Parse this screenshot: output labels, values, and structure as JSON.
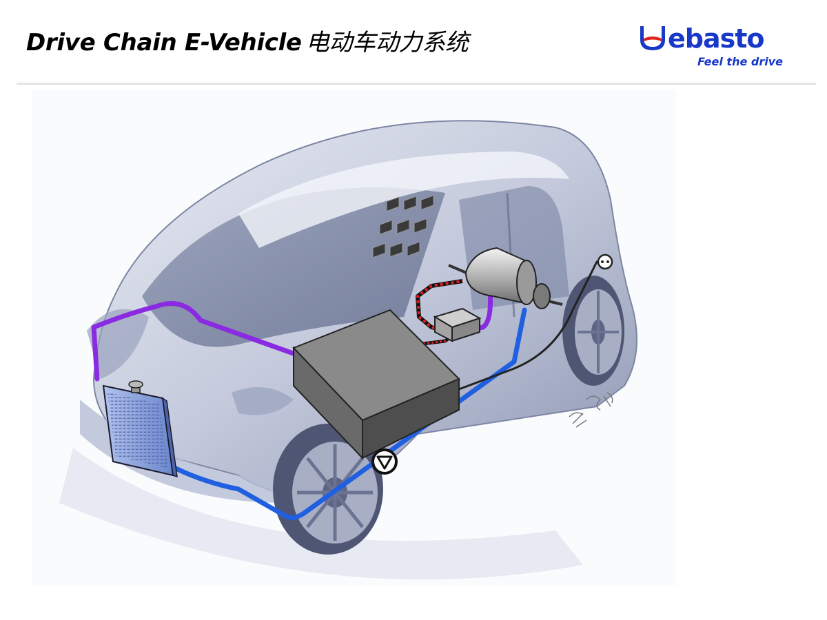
{
  "slide": {
    "title_en": "Drive Chain E-Vehicle",
    "title_cn": "电动车动力系统"
  },
  "logo": {
    "wordmark_rest": "ebasto",
    "tagline": "Feel the drive",
    "brand_color": "#1838c8"
  },
  "diagram": {
    "colors": {
      "car_body": "#c9cfe0",
      "car_shade": "#7f89a8",
      "heating_line": "#8a2be2",
      "cooling_line": "#2060e0",
      "power_line_red": "#e02020",
      "power_line_black": "#111111",
      "battery": "#6e6e6e",
      "radiator": "#7e9ad8"
    },
    "components": [
      {
        "name": "radiator",
        "icon": "radiator-icon"
      },
      {
        "name": "battery-pack",
        "icon": "battery-icon"
      },
      {
        "name": "power-electronics",
        "icon": "controller-box-icon"
      },
      {
        "name": "electric-motor",
        "icon": "motor-icon"
      },
      {
        "name": "coolant-pump",
        "icon": "pump-icon"
      },
      {
        "name": "charging-socket",
        "icon": "plug-socket-icon"
      }
    ]
  }
}
